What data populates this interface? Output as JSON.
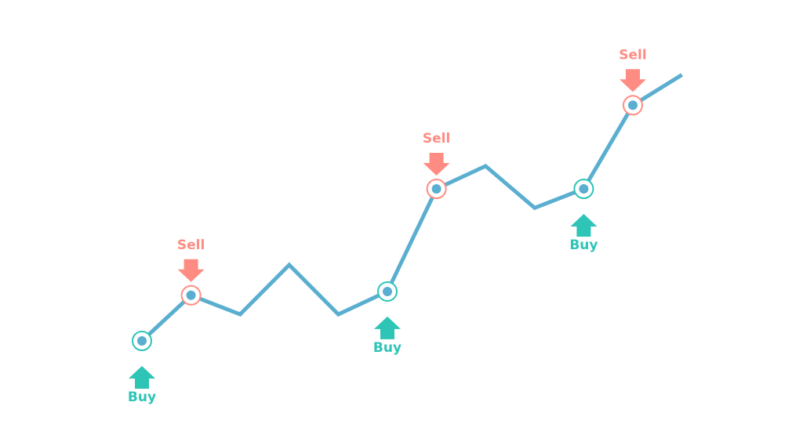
{
  "colors": {
    "line": "#5aaed0",
    "buy": "#2ec4b6",
    "sell": "#ff8c82",
    "dot": "#5aaed0"
  },
  "labels": {
    "buy": "Buy",
    "sell": "Sell"
  },
  "chart_data": {
    "type": "line",
    "description": "Price path with buy and sell signal markers",
    "path": [
      {
        "x": 0,
        "y": 0.0
      },
      {
        "x": 1,
        "y": 1.2
      },
      {
        "x": 2,
        "y": 0.7
      },
      {
        "x": 3,
        "y": 2.0
      },
      {
        "x": 4,
        "y": 0.7
      },
      {
        "x": 5,
        "y": 1.3
      },
      {
        "x": 6,
        "y": 4.0
      },
      {
        "x": 7,
        "y": 4.6
      },
      {
        "x": 8,
        "y": 3.5
      },
      {
        "x": 9,
        "y": 4.0
      },
      {
        "x": 10,
        "y": 6.2
      },
      {
        "x": 11,
        "y": 7.0
      }
    ],
    "signals": [
      {
        "type": "buy",
        "label": "Buy",
        "x": 0.0,
        "y": 0.0
      },
      {
        "type": "sell",
        "label": "Sell",
        "x": 1.0,
        "y": 1.2
      },
      {
        "type": "buy",
        "label": "Buy",
        "x": 5.0,
        "y": 1.3
      },
      {
        "type": "sell",
        "label": "Sell",
        "x": 6.0,
        "y": 4.0
      },
      {
        "type": "buy",
        "label": "Buy",
        "x": 9.0,
        "y": 4.0
      },
      {
        "type": "sell",
        "label": "Sell",
        "x": 10.0,
        "y": 6.2
      }
    ]
  }
}
